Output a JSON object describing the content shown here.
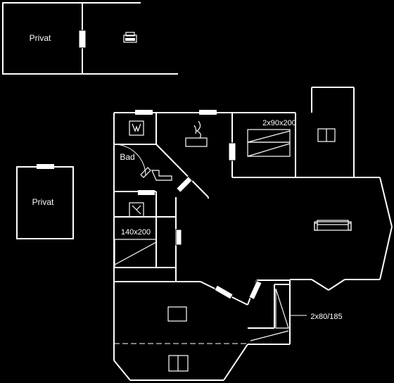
{
  "rooms": {
    "privat_top": "Privat",
    "privat_side": "Privat",
    "bathroom": "Bad"
  },
  "beds": {
    "bed_2x90x200": "2x90x200",
    "bed_140x200": "140x200",
    "bed_2x80x185": "2x80/185"
  },
  "colors": {
    "background": "#000000",
    "lines": "#ffffff"
  },
  "icons": [
    "car-icon",
    "washing-machine-icon",
    "stove-icon",
    "kitchen-icon",
    "heater-icon",
    "sofa-icon",
    "table-icon"
  ]
}
